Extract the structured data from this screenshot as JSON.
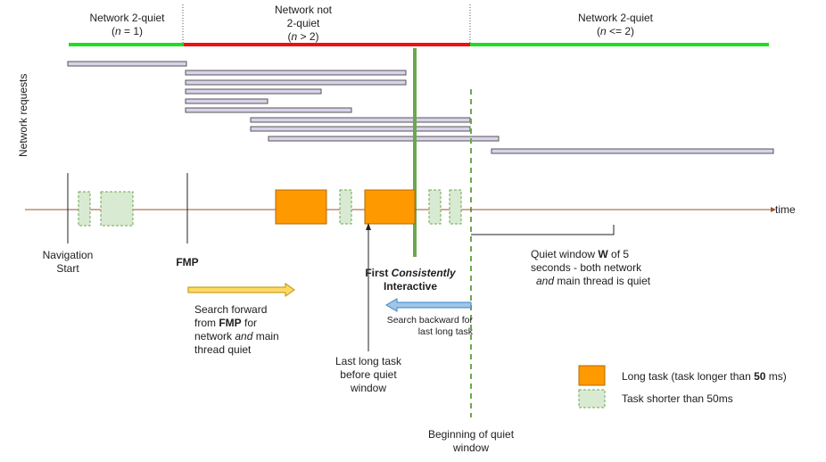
{
  "phases": [
    {
      "title": "Network 2-quiet",
      "condition_var": "n",
      "condition": " = 1",
      "state": "quiet",
      "color": "#22dd22"
    },
    {
      "title_line1": "Network not",
      "title_line2": "2-quiet",
      "condition_var": "n",
      "condition": " > 2",
      "state": "not-quiet",
      "color": "#ee1111"
    },
    {
      "title": "Network 2-quiet",
      "condition_var": "n",
      "condition": " <= 2",
      "state": "quiet",
      "color": "#22dd22"
    }
  ],
  "network_requests_label": "Network requests",
  "time_label": "time",
  "milestones": {
    "navigation_start_l1": "Navigation",
    "navigation_start_l2": "Start",
    "fmp": "FMP",
    "fci_l1_a": "First ",
    "fci_l1_b": "Consistently",
    "fci_l2": "Interactive"
  },
  "annotations": {
    "quiet_window": {
      "l1_a": "Quiet window ",
      "l1_b": "W",
      "l1_c": " of 5",
      "l2": "seconds - both network",
      "l3_a": "and",
      "l3_b": " main thread is quiet"
    },
    "search_forward": {
      "l1": "Search forward",
      "l2_a": "from ",
      "l2_b": "FMP",
      "l2_c": " for",
      "l3_a": "network ",
      "l3_b": "and",
      "l3_c": " main",
      "l4": "thread quiet"
    },
    "search_backward": {
      "l1": "Search backward for",
      "l2": "last long task"
    },
    "last_long_task": {
      "l1": "Last long task",
      "l2": "before quiet",
      "l3": "window"
    },
    "beginning_quiet": {
      "l1": "Beginning of quiet",
      "l2": "window"
    }
  },
  "legend": {
    "long_task_a": "Long task (task longer than ",
    "long_task_b": "50",
    "long_task_c": " ms)",
    "short_task": "Task shorter than 50ms"
  },
  "colors": {
    "long_task": "#ff9900",
    "short_task": "#d9ead3",
    "request_bar": "#d9d2e9",
    "fci_line": "#6aa84f",
    "timeline": "#a0522d",
    "search_forward_arrow": "#ffd966",
    "search_backward_arrow": "#9fc5e8"
  }
}
